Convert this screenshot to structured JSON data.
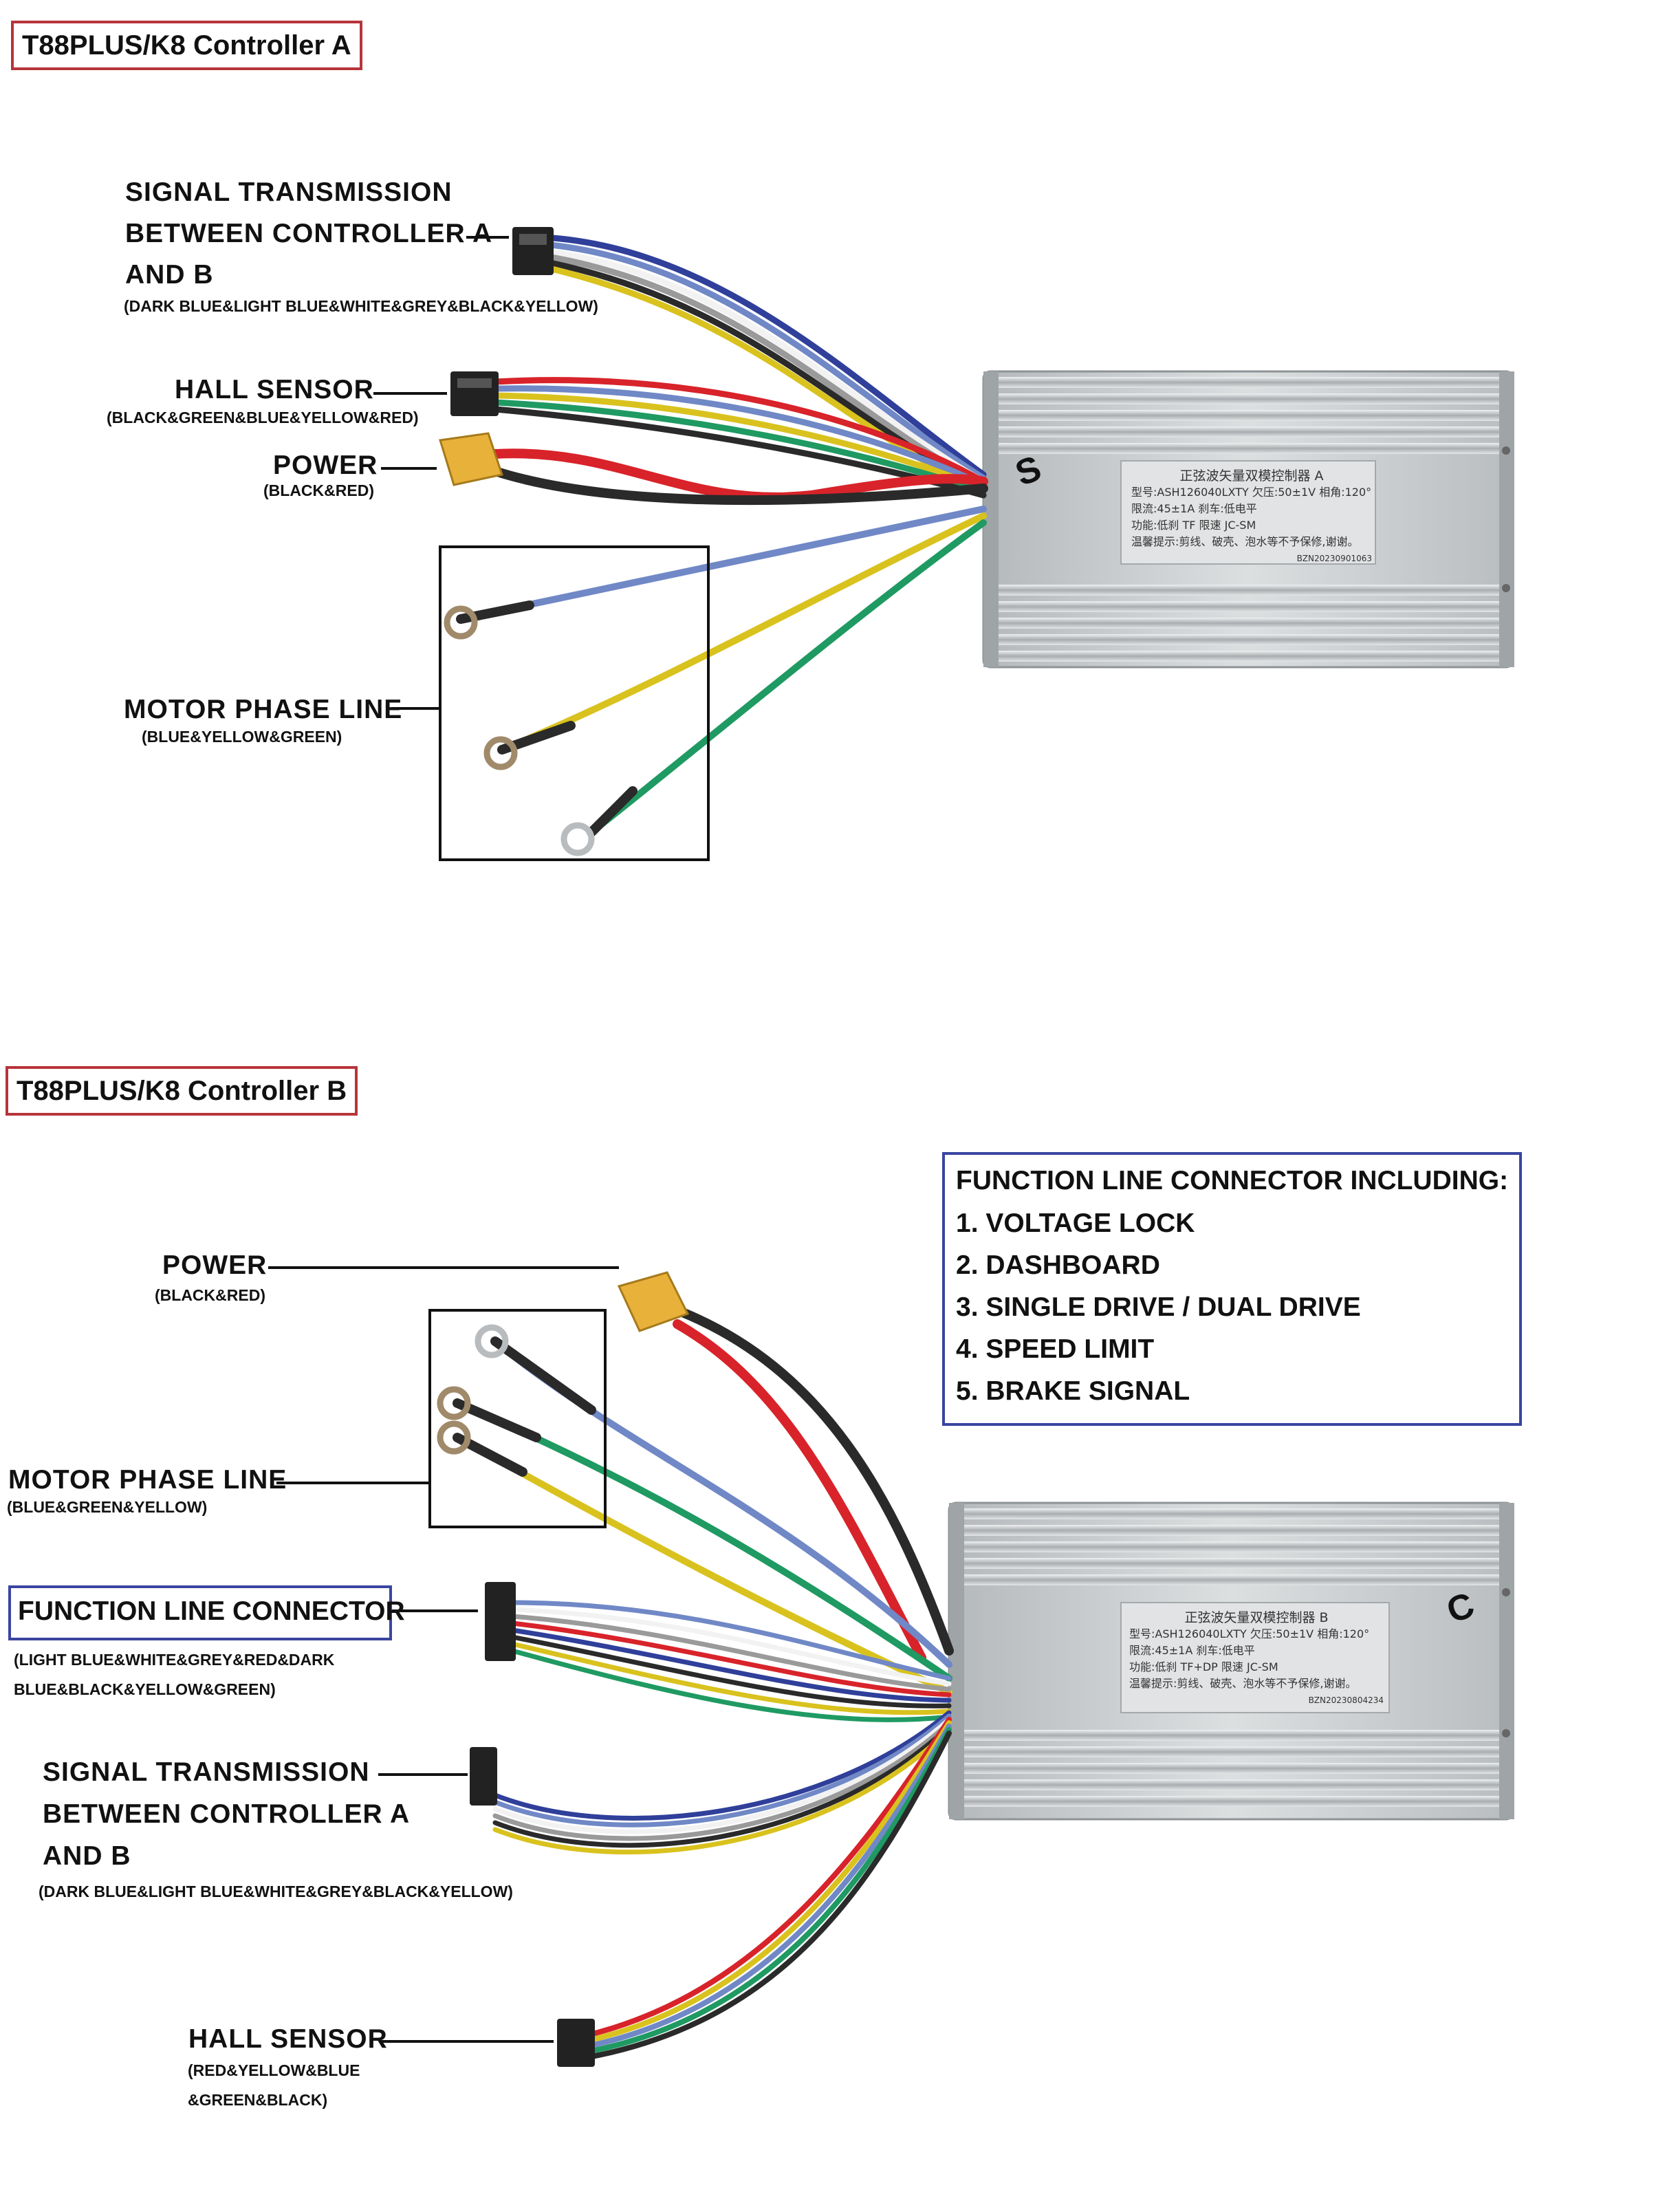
{
  "controller_a": {
    "title": "T88PLUS/K8 Controller A",
    "signal": {
      "line1": "SIGNAL TRANSMISSION",
      "line2": "BETWEEN CONTROLLER A",
      "line3": "AND B",
      "colors": "(DARK BLUE&LIGHT BLUE&WHITE&GREY&BLACK&YELLOW)"
    },
    "hall": {
      "label": "HALL SENSOR",
      "colors": "(BLACK&GREEN&BLUE&YELLOW&RED)"
    },
    "power": {
      "label": "POWER",
      "colors": "(BLACK&RED)"
    },
    "motor": {
      "label": "MOTOR PHASE LINE",
      "colors": "(BLUE&YELLOW&GREEN)"
    },
    "nameplate": {
      "title": "正弦波矢量双模控制器 A",
      "row1": "型号:ASH126040LXTY  欠压:50±1V  相角:120°",
      "row2": "限流:45±1A          刹车:低电平",
      "row3": "功能:低刹  TF  限速  JC-SM",
      "row4": "温馨提示:剪线、破壳、泡水等不予保修,谢谢。",
      "serial": "BZN20230901063"
    },
    "mark": "S"
  },
  "controller_b": {
    "title": "T88PLUS/K8 Controller B",
    "power": {
      "label": "POWER",
      "colors": "(BLACK&RED)"
    },
    "motor": {
      "label": "MOTOR PHASE LINE",
      "colors": "(BLUE&GREEN&YELLOW)"
    },
    "function": {
      "label": "FUNCTION LINE CONNECTOR",
      "colors_line1": "(LIGHT BLUE&WHITE&GREY&RED&DARK",
      "colors_line2": "BLUE&BLACK&YELLOW&GREEN)"
    },
    "signal": {
      "line1": "SIGNAL TRANSMISSION",
      "line2": "BETWEEN CONTROLLER A",
      "line3": "AND B",
      "colors": "(DARK BLUE&LIGHT BLUE&WHITE&GREY&BLACK&YELLOW)"
    },
    "hall": {
      "label": "HALL SENSOR",
      "colors_line1": "(RED&YELLOW&BLUE",
      "colors_line2": "&GREEN&BLACK)"
    },
    "function_box": {
      "heading": "FUNCTION LINE CONNECTOR INCLUDING:",
      "items": [
        "1. VOLTAGE LOCK",
        "2. DASHBOARD",
        "3. SINGLE DRIVE / DUAL DRIVE",
        "4. SPEED LIMIT",
        "5. BRAKE SIGNAL"
      ]
    },
    "nameplate": {
      "title": "正弦波矢量双模控制器 B",
      "row1": "型号:ASH126040LXTY  欠压:50±1V  相角:120°",
      "row2": "限流:45±1A          刹车:低电平",
      "row3": "功能:低刹  TF+DP  限速  JC-SM",
      "row4": "温馨提示:剪线、破壳、泡水等不予保修,谢谢。",
      "serial": "BZN20230804234"
    },
    "mark": "C"
  },
  "colors": {
    "title_border": "#b7343a",
    "function_border": "#3a45a0",
    "wire_red": "#d8232a",
    "wire_black": "#2a2a2a",
    "wire_blue": "#7088c6",
    "wire_dark_blue": "#2f3f9a",
    "wire_yellow": "#d9c21e",
    "wire_green": "#1f9a62",
    "wire_white": "#f2f2f2",
    "wire_grey": "#9a9a9a",
    "connector_yellow": "#e8b13a",
    "housing": "#c9ccce"
  }
}
